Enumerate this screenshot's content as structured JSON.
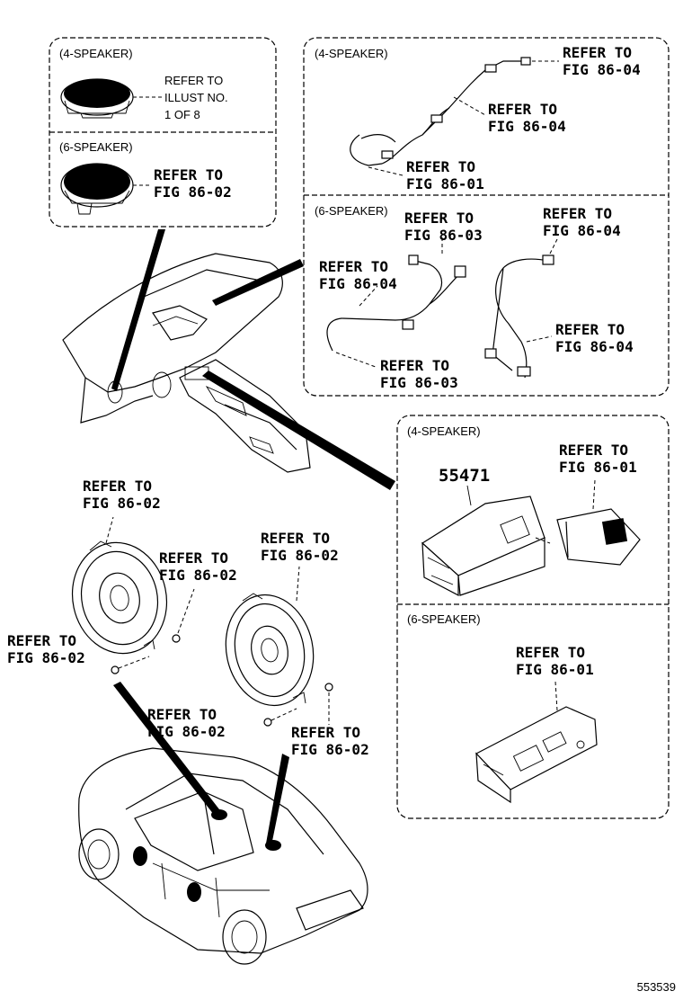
{
  "labels": {
    "four_speaker": "(4-SPEAKER)",
    "six_speaker": "(6-SPEAKER)",
    "refer_to": "REFER TO",
    "illust_line1": "REFER TO",
    "illust_line2": "ILLUST NO.",
    "illust_line3": "1 OF 8"
  },
  "figs": {
    "f01": "FIG 86-01",
    "f02": "FIG 86-02",
    "f03": "FIG 86-03",
    "f04": "FIG 86-04"
  },
  "part_number": "55471",
  "catalog_number": "553539"
}
